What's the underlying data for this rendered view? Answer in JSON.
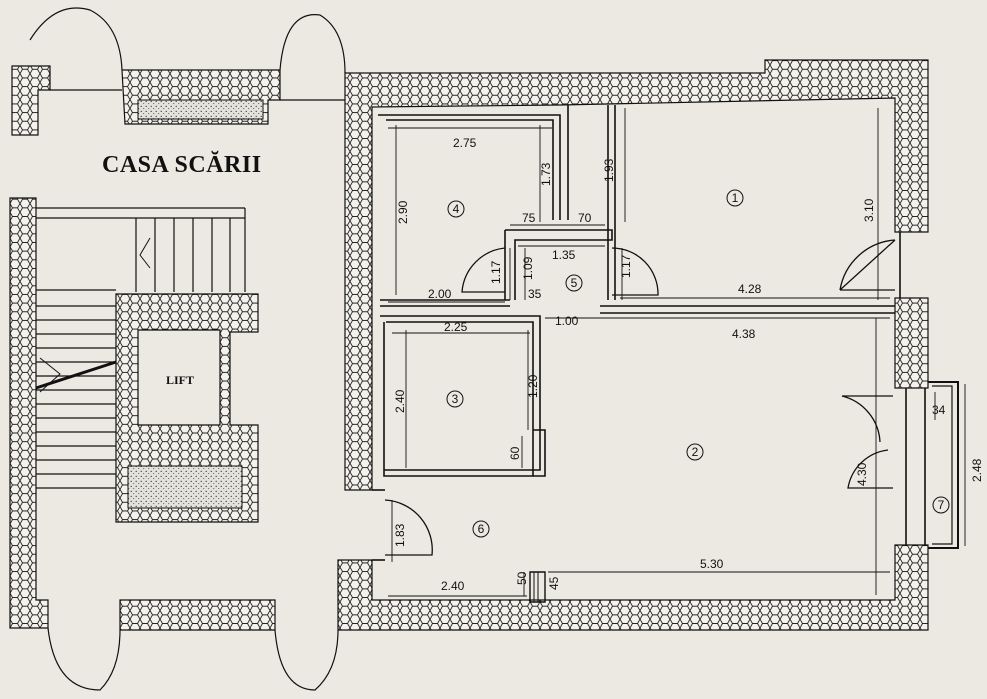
{
  "title": "CASA SCĂRII",
  "lift_label": "LIFT",
  "rooms": [
    "1",
    "2",
    "3",
    "4",
    "5",
    "6",
    "7"
  ],
  "dimensions": {
    "d_2_75": "2.75",
    "d_1_73": "1.73",
    "d_1_93": "1.93",
    "d_2_90": "2.90",
    "d_75": "75",
    "d_70": "70",
    "d_1_35": "1.35",
    "d_1_17a": "1.17",
    "d_1_09": "1.09",
    "d_1_17b": "1.17",
    "d_3_10": "3.10",
    "d_2_00": "2.00",
    "d_35": "35",
    "d_4_28": "4.28",
    "d_2_25": "2.25",
    "d_1_00": "1.00",
    "d_4_38": "4.38",
    "d_2_40a": "2.40",
    "d_1_20": "1.20",
    "d_60": "60",
    "d_34": "34",
    "d_4_30": "4.30",
    "d_2_48": "2.48",
    "d_1_83": "1.83",
    "d_2_40b": "2.40",
    "d_50": "50",
    "d_45": "45",
    "d_5_30": "5.30"
  }
}
